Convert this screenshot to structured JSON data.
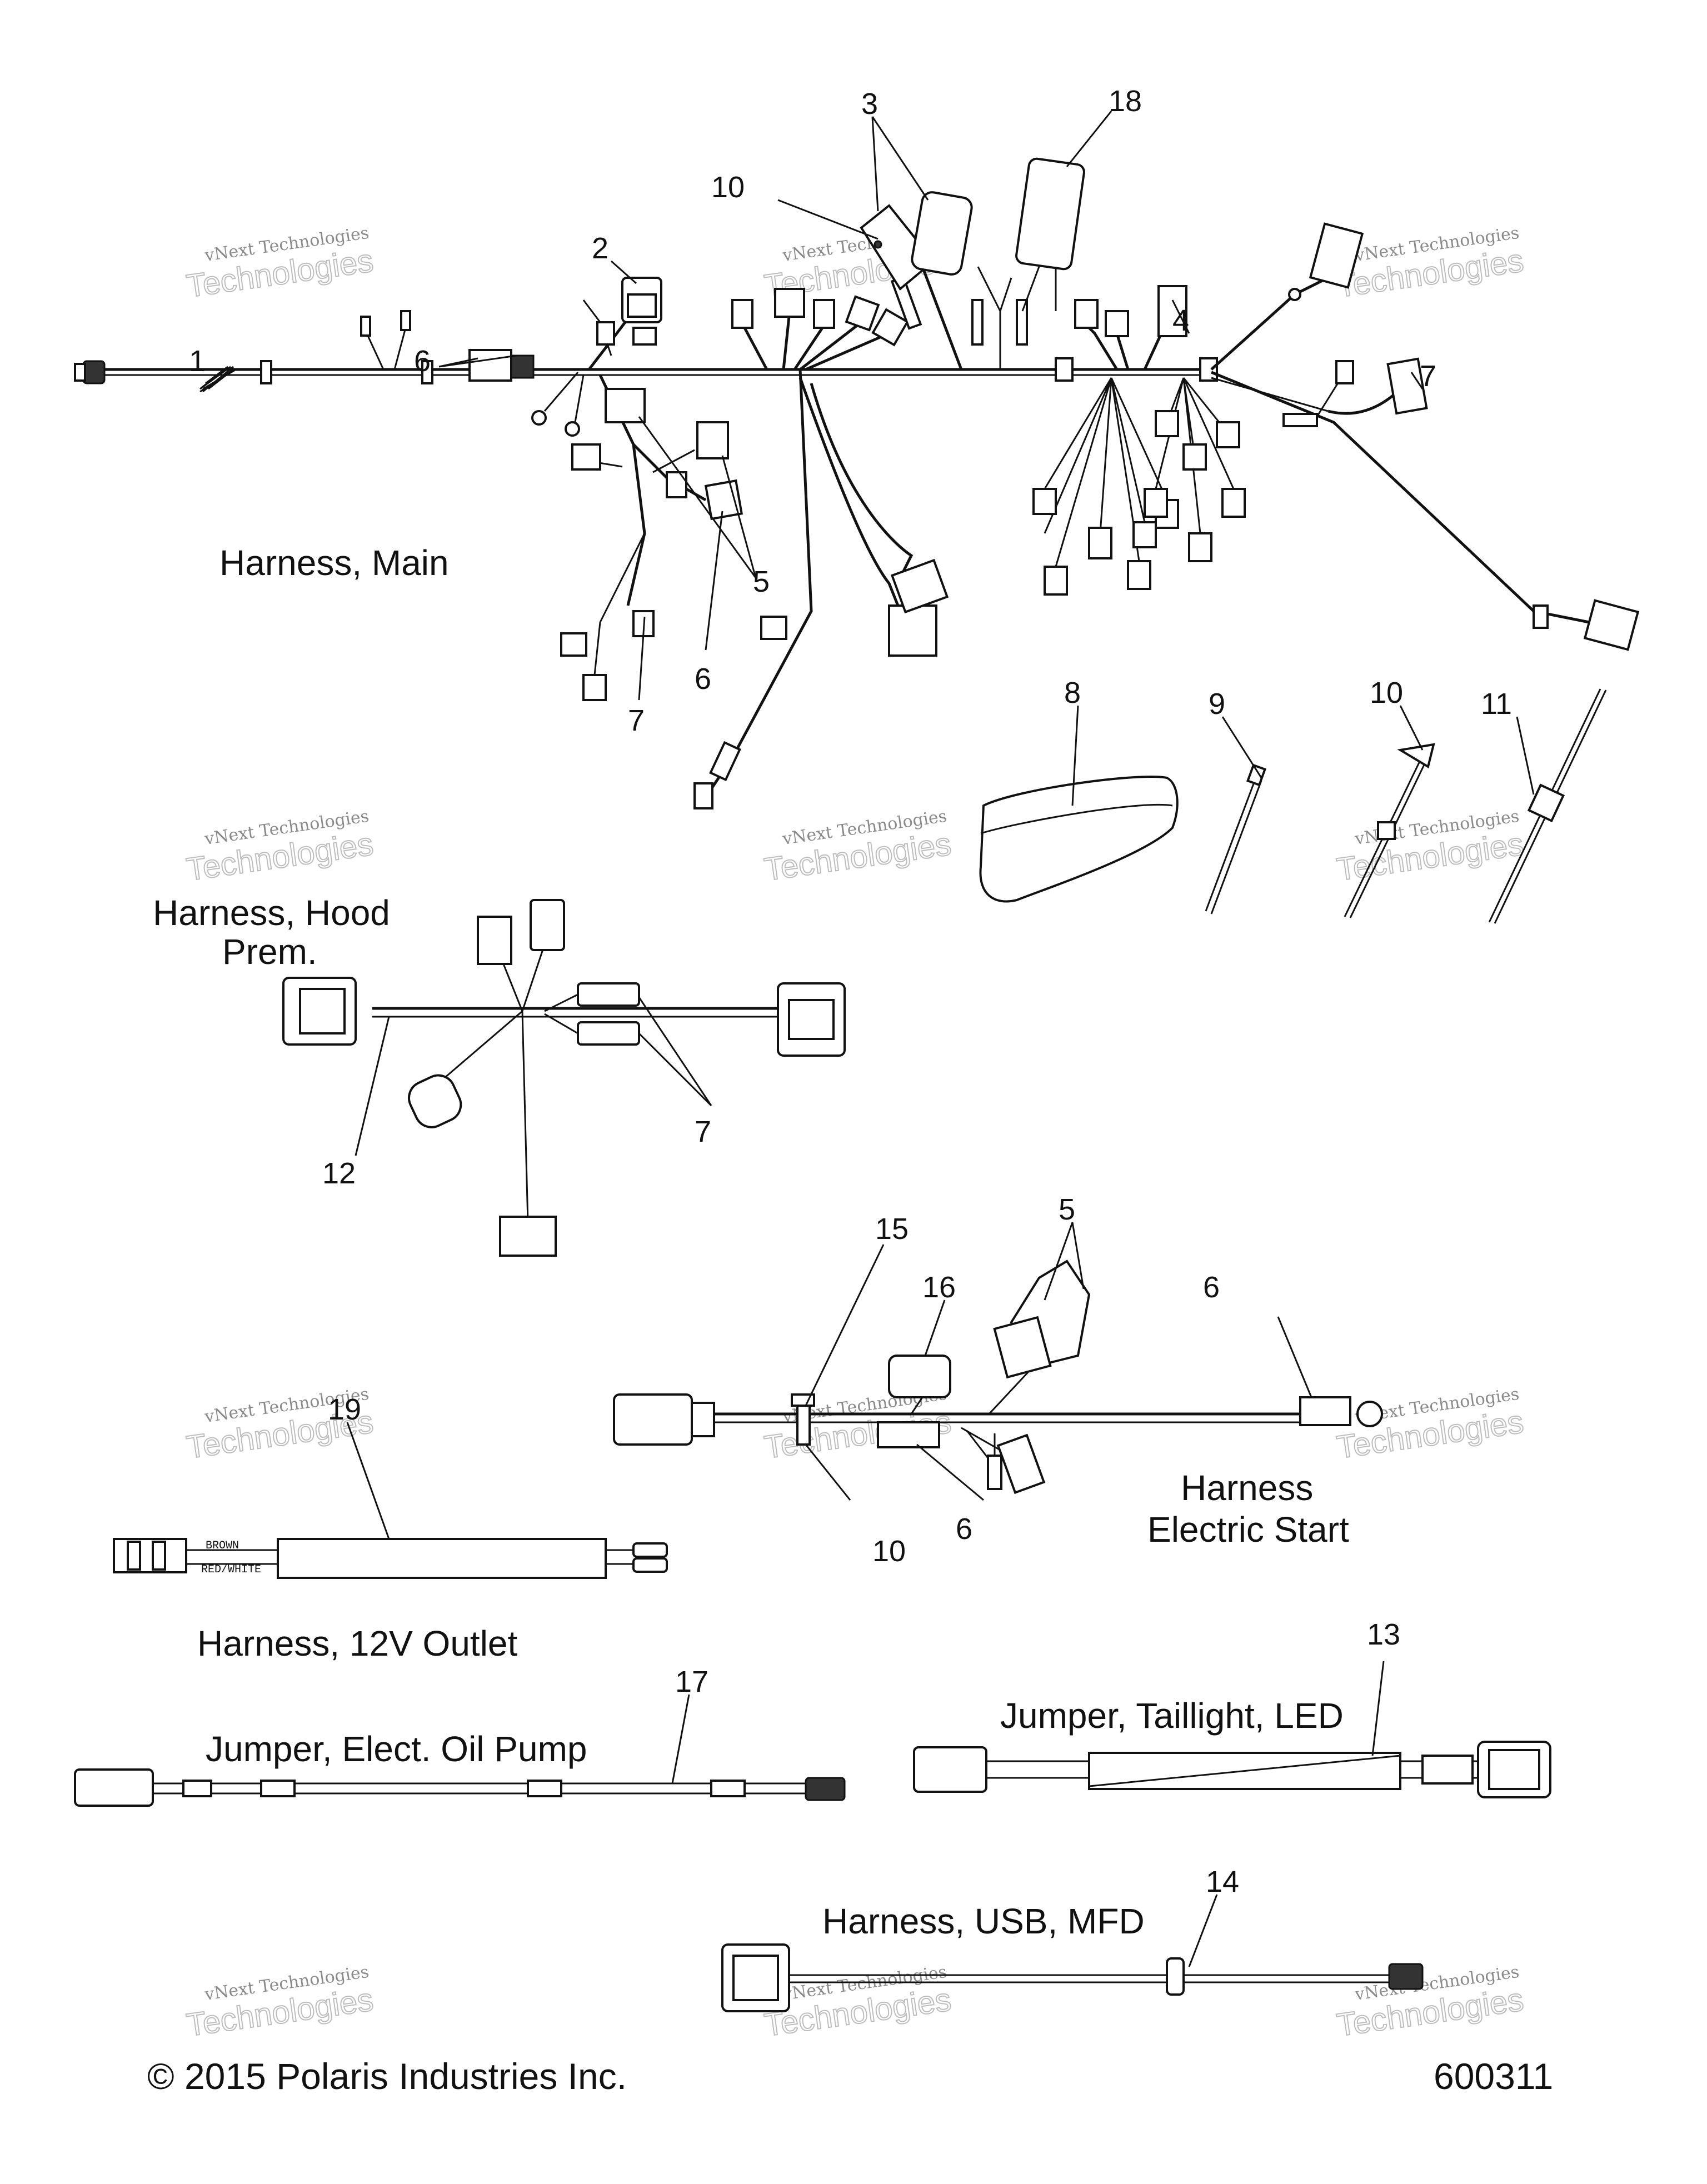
{
  "callouts": {
    "c1": "1",
    "c2": "2",
    "c3": "3",
    "c4": "4",
    "c5a": "5",
    "c5b": "5",
    "c6a": "6",
    "c6b": "6",
    "c6c": "6",
    "c6d": "6",
    "c7a": "7",
    "c7b": "7",
    "c7c": "7",
    "c8": "8",
    "c9": "9",
    "c10a": "10",
    "c10b": "10",
    "c10c": "10",
    "c11": "11",
    "c12": "12",
    "c13": "13",
    "c14": "14",
    "c15": "15",
    "c16": "16",
    "c17": "17",
    "c18": "18",
    "c19": "19"
  },
  "captions": {
    "main": "Harness, Main",
    "hood_line1": "Harness, Hood",
    "hood_line2": "Prem.",
    "estart_line1": "Harness",
    "estart_line2": "Electric Start",
    "outlet": "Harness, 12V Outlet",
    "oilpump": "Jumper, Elect. Oil Pump",
    "taillight": "Jumper, Taillight, LED",
    "usb": "Harness, USB, MFD"
  },
  "wire_labels": {
    "brown": "BROWN",
    "red_white": "RED/WHITE"
  },
  "watermark": {
    "line1": "vNext Technologies",
    "line2": "Technologies",
    "line3": "vNext"
  },
  "footer": {
    "copyright": "© 2015 Polaris Industries Inc.",
    "diagram_number": "600311"
  }
}
